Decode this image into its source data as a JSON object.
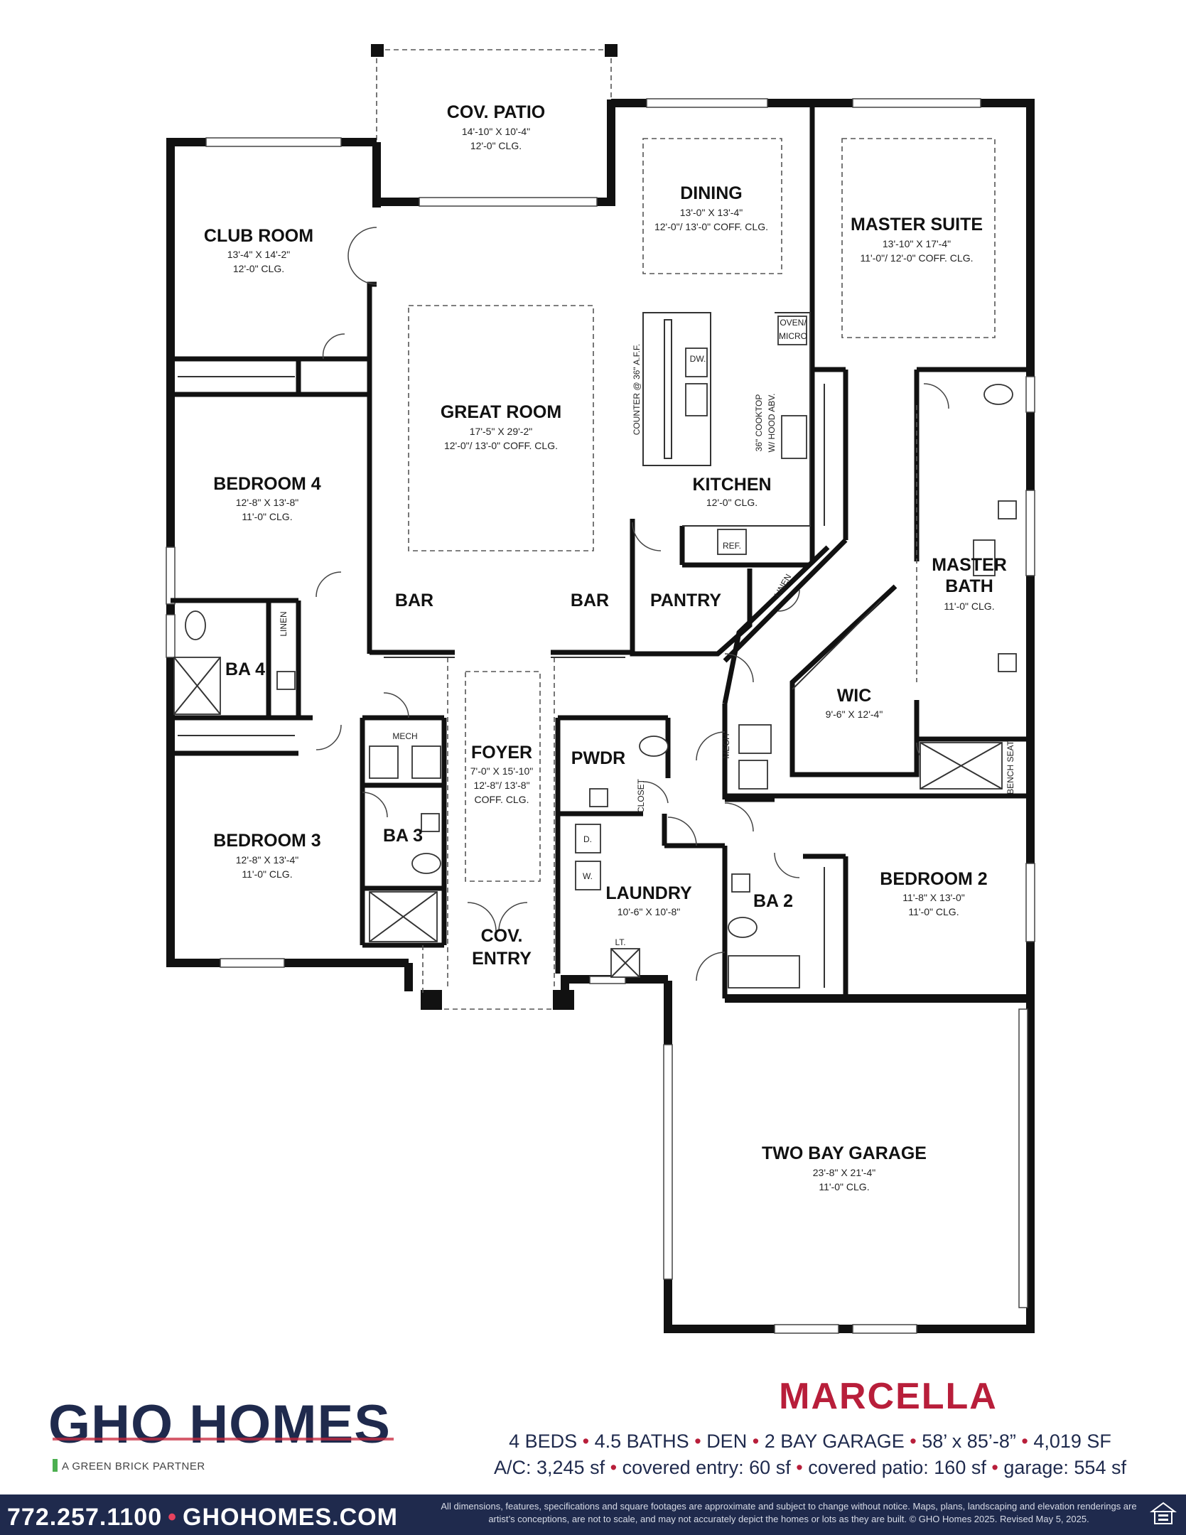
{
  "rooms": {
    "cov_patio": {
      "name": "COV. PATIO",
      "dims": "14'-10\" X 10'-4\"",
      "clg": "12'-0\" CLG."
    },
    "dining": {
      "name": "DINING",
      "dims": "13'-0\" X 13'-4\"",
      "clg": "12'-0\"/ 13'-0\" COFF. CLG."
    },
    "master_suite": {
      "name": "MASTER SUITE",
      "dims": "13'-10\" X 17'-4\"",
      "clg": "11'-0\"/ 12'-0\" COFF. CLG."
    },
    "club_room": {
      "name": "CLUB ROOM",
      "dims": "13'-4\" X 14'-2\"",
      "clg": "12'-0\" CLG."
    },
    "great_room": {
      "name": "GREAT ROOM",
      "dims": "17'-5\" X 29'-2\"",
      "clg": "12'-0\"/ 13'-0\" COFF. CLG."
    },
    "kitchen": {
      "name": "KITCHEN",
      "clg": "12'-0\" CLG."
    },
    "bedroom4": {
      "name": "BEDROOM 4",
      "dims": "12'-8\" X 13'-8\"",
      "clg": "11'-0\" CLG."
    },
    "master_bath": {
      "name_line1": "MASTER",
      "name_line2": "BATH",
      "clg": "11'-0\" CLG."
    },
    "pantry": {
      "name": "PANTRY"
    },
    "bar_left": "BAR",
    "bar_right": "BAR",
    "ba4": {
      "name": "BA 4"
    },
    "wic": {
      "name": "WIC",
      "dims": "9'-6\" X 12'-4\""
    },
    "foyer": {
      "name": "FOYER",
      "dims": "7'-0\" X 15'-10\"",
      "clg1": "12'-8\"/ 13'-8\"",
      "clg2": "COFF. CLG."
    },
    "pwdr": {
      "name": "PWDR"
    },
    "bedroom3": {
      "name": "BEDROOM 3",
      "dims": "12'-8\" X 13'-4\"",
      "clg": "11'-0\" CLG."
    },
    "ba3": {
      "name": "BA 3"
    },
    "laundry": {
      "name": "LAUNDRY",
      "dims": "10'-6\" X 10'-8\""
    },
    "ba2": {
      "name": "BA 2"
    },
    "bedroom2": {
      "name": "BEDROOM 2",
      "dims": "11'-8\" X 13'-0\"",
      "clg": "11'-0\" CLG."
    },
    "cov_entry": {
      "name_line1": "COV.",
      "name_line2": "ENTRY"
    },
    "garage": {
      "name": "TWO BAY GARAGE",
      "dims": "23'-8\" X 21'-4\"",
      "clg": "11'-0\" CLG."
    }
  },
  "fixture_labels": {
    "oven_line1": "OVEN/",
    "oven_line2": "MICRO",
    "dw": "DW.",
    "counter": "COUNTER @ 36\" A.F.F.",
    "cooktop_line1": "36\" COOKTOP",
    "cooktop_line2": "W/ HOOD ABV.",
    "ref": "REF.",
    "linen_master": "LINEN",
    "linen_bed4": "LINEN",
    "mech_ba3": "MECH",
    "mech_center": "MECH",
    "closet": "CLOSET",
    "dryer": "D.",
    "washer": "W.",
    "laundry_tub": "LT.",
    "bench_seat": "BENCH SEAT"
  },
  "brand": {
    "logo": "GHO HOMES",
    "partner": "A GREEN BRICK PARTNER",
    "phone": "772.257.1100",
    "separator": "•",
    "website": "GHOHOMES.COM",
    "accent_red": "#b81e3a",
    "navy": "#1f2a4d",
    "partner_green": "#4caf50"
  },
  "plan": {
    "name": "MARCELLA",
    "specs_line1": [
      "4 BEDS",
      "4.5 BATHS",
      "DEN",
      "2 BAY GARAGE",
      "58’ x 85’-8”",
      "4,019 SF"
    ],
    "specs_line2": [
      "A/C: 3,245 sf",
      "covered entry: 60 sf",
      "covered patio: 160 sf",
      "garage: 554 sf"
    ]
  },
  "disclaimer": "All dimensions, features, specifications and square footages are approximate and subject to change without notice. Maps, plans, landscaping and elevation renderings are artist’s conceptions, are not to scale, and may not accurately depict the homes or lots as they are built. © GHO Homes 2025. Revised May 5, 2025.",
  "equal_housing_icon": "equal-housing-opportunity-icon"
}
